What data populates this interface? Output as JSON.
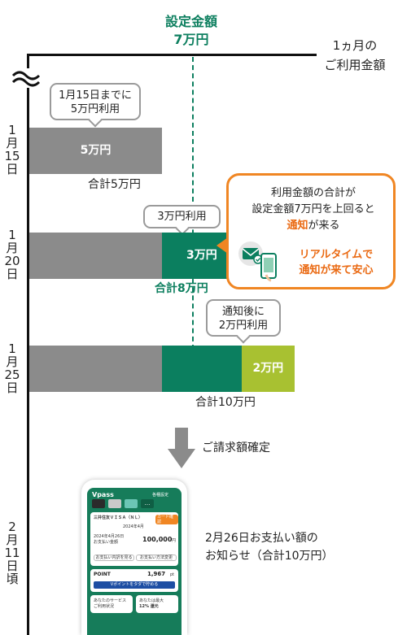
{
  "header": {
    "setting_label_line1": "設定金額",
    "setting_label_line2": "7万円",
    "monthly_label_line1": "1ヵ月の",
    "monthly_label_line2": "ご利用金額"
  },
  "rows": [
    {
      "date": [
        "1",
        "月",
        "15",
        "日"
      ],
      "bubble": [
        "1月15日までに",
        "5万円利用"
      ],
      "bar_label": "5万円",
      "total": "合計5万円"
    },
    {
      "date": [
        "1",
        "月",
        "20",
        "日"
      ],
      "bubble": [
        "3万円利用"
      ],
      "bar_label": "3万円",
      "total": "合計8万円"
    },
    {
      "date": [
        "1",
        "月",
        "25",
        "日"
      ],
      "bubble": [
        "通知後に",
        "2万円利用"
      ],
      "bar_label": "2万円",
      "total": "合計10万円"
    },
    {
      "date": [
        "2",
        "月",
        "11",
        "日",
        "頃"
      ]
    }
  ],
  "notice": {
    "line1": "利用金額の合計が",
    "line2": "設定金額7万円を上回ると",
    "line3_highlight": "通知",
    "line3_rest": "が来る",
    "sub_line1": "リアルタイムで",
    "sub_line2": "通知が来て安心"
  },
  "confirm": {
    "label": "ご請求額確定"
  },
  "statement": {
    "line1": "2月26日お支払い額の",
    "line2": "お知らせ（合計10万円）"
  },
  "phone": {
    "app_name": "Vpass",
    "top_right": "各種設定",
    "card_name": "三井住友ＶＩＳＡ（ＮＬ）",
    "badge": "カード確認",
    "month": "2024年4月",
    "date_line": "2024年4月26日",
    "amount_label": "お支払い金額",
    "amount": "100,000",
    "amount_unit": "円",
    "link_left": "お支払い内訳を見る",
    "link_right": "お支払い方法変更",
    "point_label": "POINT",
    "points": "1,967",
    "points_unit": "pt",
    "point_button": "Vポイントをタダで貯める",
    "footer_left1": "あなたのサービス",
    "footer_left2": "ご利用状況",
    "footer_right1": "あなたは最大",
    "footer_right2": "12% 還元"
  },
  "colors": {
    "green": "#0b7f5f",
    "gray": "#8b8b8b",
    "lime": "#a8c131",
    "orange": "#f08623"
  },
  "chart_data": {
    "type": "bar",
    "orientation": "horizontal-stacked",
    "threshold": 7,
    "categories": [
      "1月15日",
      "1月20日",
      "1月25日"
    ],
    "series": [
      {
        "values": [
          5,
          5,
          5
        ]
      },
      {
        "values": [
          0,
          3,
          3
        ]
      },
      {
        "values": [
          0,
          0,
          2
        ]
      }
    ],
    "totals": [
      5,
      8,
      10
    ],
    "xlim": [
      0,
      10.8
    ]
  }
}
